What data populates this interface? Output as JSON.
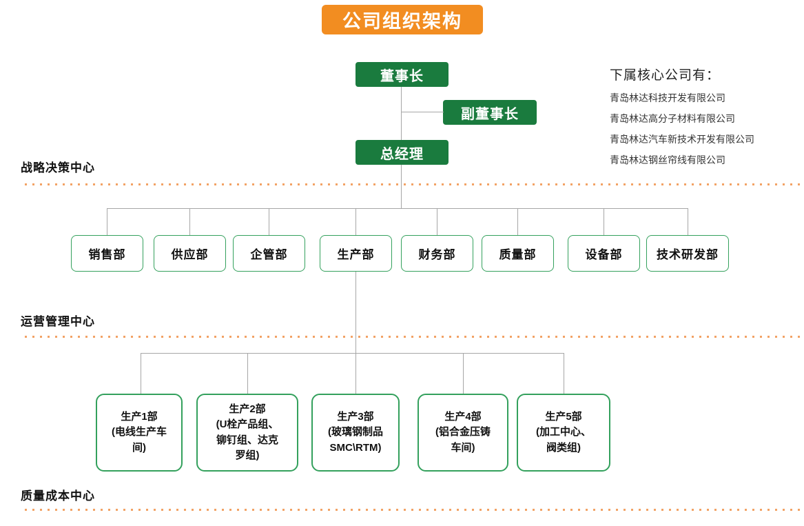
{
  "title": "公司组织架构",
  "hierarchy": {
    "chairman": "董事长",
    "vice_chairman": "副董事长",
    "general_manager": "总经理"
  },
  "subsidiaries": {
    "heading": "下属核心公司有：",
    "companies": [
      "青岛林达科技开发有限公司",
      "青岛林达高分子材料有限公司",
      "青岛林达汽车新技术开发有限公司",
      "青岛林达钢丝帘线有限公司"
    ]
  },
  "section_labels": {
    "strategy": "战略决策中心",
    "operations": "运营管理中心",
    "quality": "质量成本中心"
  },
  "departments": [
    "销售部",
    "供应部",
    "企管部",
    "生产部",
    "财务部",
    "质量部",
    "设备部",
    "技术研发部"
  ],
  "production_units": [
    "生产1部\n(电线生产车\n间)",
    "生产2部\n(U栓产品组、\n铆钉组、达克\n罗组)",
    "生产3部\n(玻璃钢制品\nSMC\\RTM)",
    "生产4部\n(铝合金压铸\n车间)",
    "生产5部\n(加工中心、\n阀类组)"
  ],
  "colors": {
    "banner_orange": "#F28D21",
    "solid_green": "#1A7B3E",
    "border_green": "#33A05C",
    "connector_gray": "#A6A6A6",
    "dotted_orange": "#F2A265"
  }
}
